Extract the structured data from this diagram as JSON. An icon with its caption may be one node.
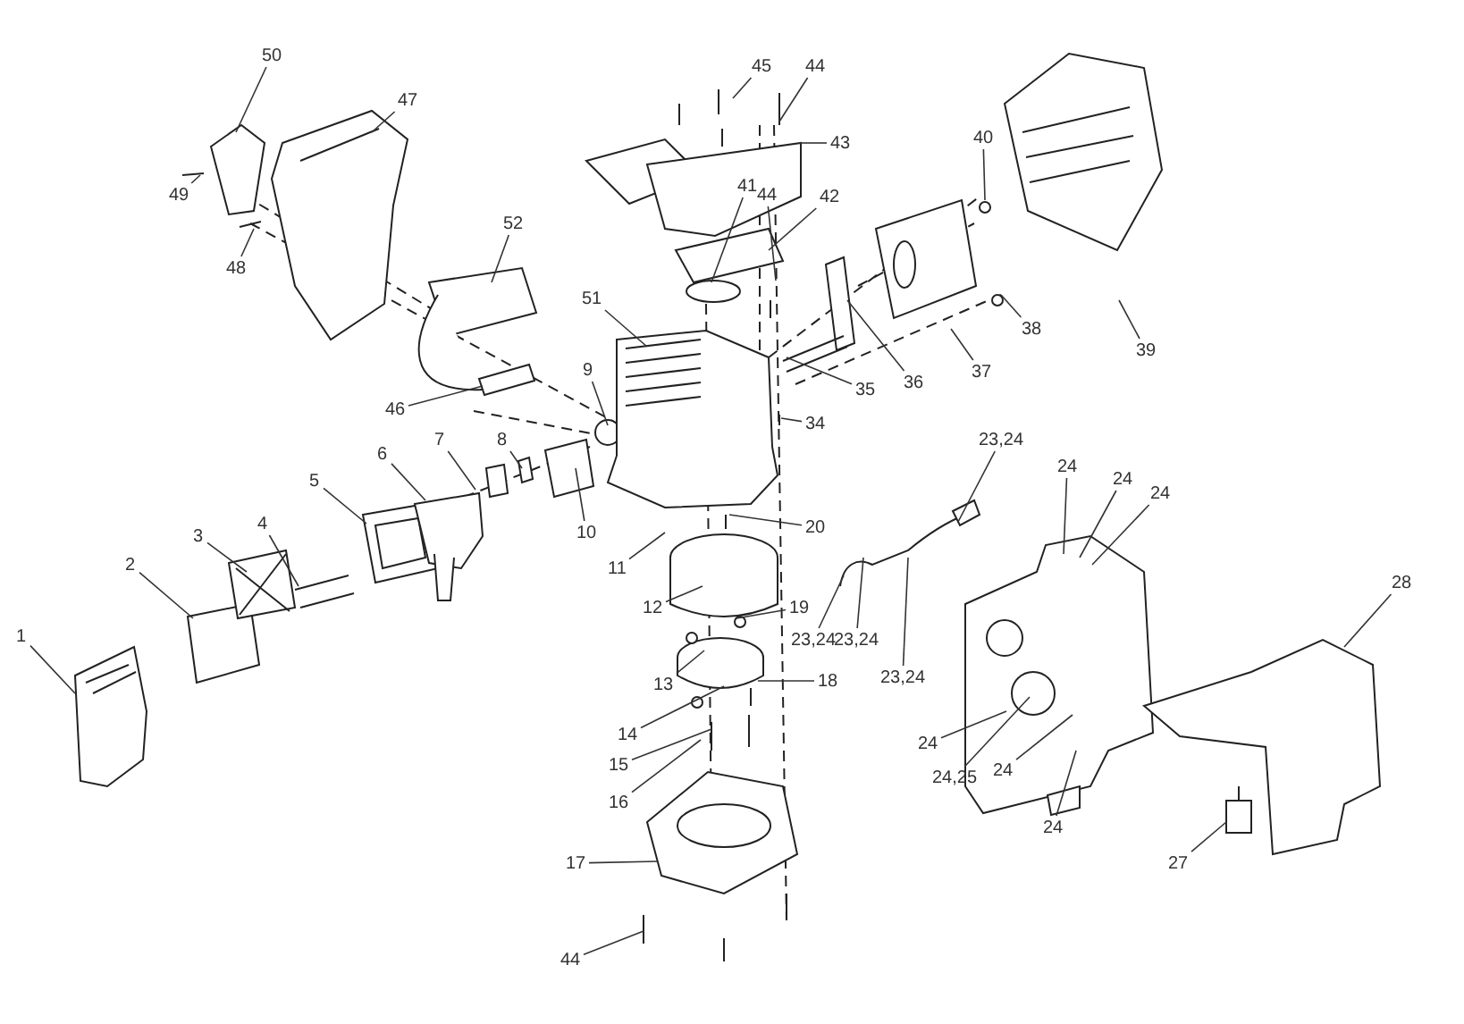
{
  "diagram": {
    "nodes": [
      {
        "text": [
          "1"
        ]
      },
      {
        "text": [
          "2"
        ]
      },
      {
        "text": [
          "3"
        ]
      },
      {
        "text": [
          "4"
        ]
      },
      {
        "text": [
          "5"
        ]
      },
      {
        "text": [
          "6"
        ]
      },
      {
        "text": [
          "7"
        ]
      },
      {
        "text": [
          "8"
        ]
      },
      {
        "text": [
          "9"
        ]
      },
      {
        "text": [
          "10"
        ]
      },
      {
        "text": [
          "11"
        ]
      },
      {
        "text": [
          "12"
        ]
      },
      {
        "text": [
          "13"
        ]
      },
      {
        "text": [
          "14"
        ]
      },
      {
        "text": [
          "15"
        ]
      },
      {
        "text": [
          "16"
        ]
      },
      {
        "text": [
          "17"
        ]
      },
      {
        "text": [
          "44"
        ]
      },
      {
        "text": [
          "18"
        ]
      },
      {
        "text": [
          "19"
        ]
      },
      {
        "text": [
          "20"
        ]
      },
      {
        "text": [
          "23,24"
        ]
      },
      {
        "text": [
          "23,24"
        ]
      },
      {
        "text": [
          "23,24"
        ]
      },
      {
        "text": [
          "23,24"
        ]
      },
      {
        "text": [
          "24"
        ]
      },
      {
        "text": [
          "24"
        ]
      },
      {
        "text": [
          "24"
        ]
      },
      {
        "text": [
          "24"
        ]
      },
      {
        "text": [
          "24,25"
        ]
      },
      {
        "text": [
          "24"
        ]
      },
      {
        "text": [
          "24"
        ]
      },
      {
        "text": [
          "27"
        ]
      },
      {
        "text": [
          "28"
        ]
      },
      {
        "text": [
          "39"
        ]
      },
      {
        "text": [
          "38"
        ]
      },
      {
        "text": [
          "40"
        ]
      },
      {
        "text": [
          "37"
        ]
      },
      {
        "text": [
          "36"
        ]
      },
      {
        "text": [
          "35"
        ]
      },
      {
        "text": [
          "34"
        ]
      },
      {
        "text": [
          "44"
        ]
      },
      {
        "text": [
          "41"
        ]
      },
      {
        "text": [
          "42"
        ]
      },
      {
        "text": [
          "43"
        ]
      },
      {
        "text": [
          "45"
        ]
      },
      {
        "text": [
          "44"
        ]
      },
      {
        "text": [
          "51"
        ]
      },
      {
        "text": [
          "52"
        ]
      },
      {
        "text": [
          "46"
        ]
      },
      {
        "text": [
          "47"
        ]
      },
      {
        "text": [
          "48"
        ]
      },
      {
        "text": [
          "49"
        ]
      },
      {
        "text": [
          "50"
        ]
      }
    ],
    "edges": [
      {
        "from": 0,
        "to": null,
        "arrow": "none"
      },
      {
        "from": 1,
        "to": null,
        "arrow": "none"
      },
      {
        "from": 2,
        "to": null,
        "arrow": "none"
      },
      {
        "from": 3,
        "to": null,
        "arrow": "none"
      },
      {
        "from": 4,
        "to": null,
        "arrow": "none"
      },
      {
        "from": 5,
        "to": null,
        "arrow": "none"
      },
      {
        "from": 6,
        "to": null,
        "arrow": "none"
      },
      {
        "from": 7,
        "to": null,
        "arrow": "none"
      },
      {
        "from": 8,
        "to": null,
        "arrow": "none"
      },
      {
        "from": 9,
        "to": null,
        "arrow": "none"
      },
      {
        "from": 10,
        "to": null,
        "arrow": "none"
      },
      {
        "from": 11,
        "to": null,
        "arrow": "none"
      },
      {
        "from": 12,
        "to": null,
        "arrow": "none"
      },
      {
        "from": 13,
        "to": null,
        "arrow": "none"
      },
      {
        "from": 14,
        "to": null,
        "arrow": "none"
      },
      {
        "from": 15,
        "to": null,
        "arrow": "none"
      },
      {
        "from": 16,
        "to": null,
        "arrow": "none"
      },
      {
        "from": 17,
        "to": null,
        "arrow": "none"
      },
      {
        "from": 18,
        "to": null,
        "arrow": "none"
      },
      {
        "from": 19,
        "to": null,
        "arrow": "none"
      },
      {
        "from": 20,
        "to": null,
        "arrow": "none"
      },
      {
        "from": 21,
        "to": null,
        "arrow": "none"
      },
      {
        "from": 22,
        "to": null,
        "arrow": "none"
      },
      {
        "from": 23,
        "to": null,
        "arrow": "none"
      },
      {
        "from": 24,
        "to": null,
        "arrow": "none"
      },
      {
        "from": 25,
        "to": null,
        "arrow": "none"
      },
      {
        "from": 26,
        "to": null,
        "arrow": "none"
      },
      {
        "from": 27,
        "to": null,
        "arrow": "none"
      },
      {
        "from": 28,
        "to": null,
        "arrow": "none"
      },
      {
        "from": 29,
        "to": null,
        "arrow": "none"
      },
      {
        "from": 30,
        "to": null,
        "arrow": "none"
      },
      {
        "from": 31,
        "to": null,
        "arrow": "none"
      },
      {
        "from": 32,
        "to": null,
        "arrow": "none"
      },
      {
        "from": 33,
        "to": null,
        "arrow": "none"
      },
      {
        "from": 34,
        "to": null,
        "arrow": "none"
      },
      {
        "from": 35,
        "to": null,
        "arrow": "none"
      },
      {
        "from": 36,
        "to": null,
        "arrow": "none"
      },
      {
        "from": 37,
        "to": null,
        "arrow": "none"
      },
      {
        "from": 38,
        "to": null,
        "arrow": "none"
      },
      {
        "from": 39,
        "to": null,
        "arrow": "none"
      },
      {
        "from": 40,
        "to": null,
        "arrow": "none"
      },
      {
        "from": 41,
        "to": null,
        "arrow": "none"
      },
      {
        "from": 42,
        "to": null,
        "arrow": "none"
      },
      {
        "from": 43,
        "to": null,
        "arrow": "none"
      },
      {
        "from": 44,
        "to": null,
        "arrow": "none"
      },
      {
        "from": 45,
        "to": null,
        "arrow": "none"
      },
      {
        "from": 46,
        "to": null,
        "arrow": "none"
      },
      {
        "from": 47,
        "to": null,
        "arrow": "none"
      },
      {
        "from": 48,
        "to": null,
        "arrow": "none"
      },
      {
        "from": 49,
        "to": null,
        "arrow": "none"
      },
      {
        "from": 50,
        "to": null,
        "arrow": "none"
      },
      {
        "from": 51,
        "to": null,
        "arrow": "none"
      },
      {
        "from": 52,
        "to": null,
        "arrow": "none"
      },
      {
        "from": 53,
        "to": null,
        "arrow": "none"
      }
    ]
  }
}
